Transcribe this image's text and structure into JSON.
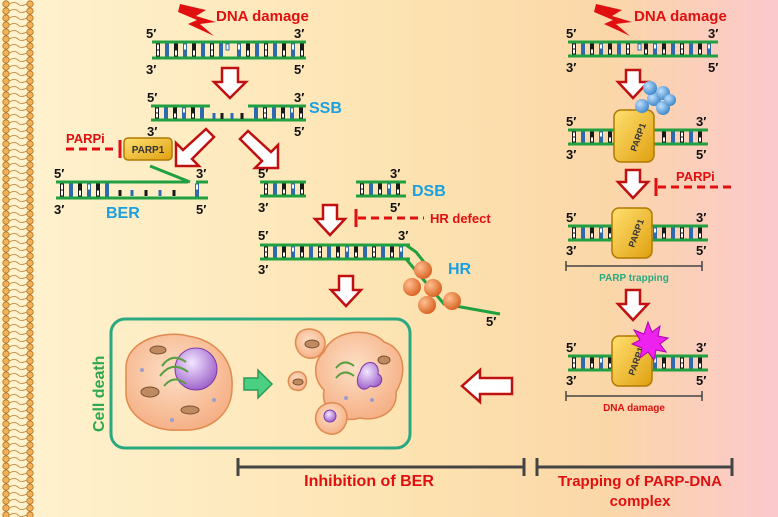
{
  "colors": {
    "bg_left": "#fff1c8",
    "bg_right": "#fbc6c6",
    "dna": "#20a040",
    "label_red": "#e01010",
    "label_blue": "#1aa0e0",
    "label_green": "#2ea84c",
    "cell_border": "#2aa880",
    "arrow_red": "#c01010",
    "parp_fill": "#f0c020",
    "bead_blue": "#5aa0d8",
    "bead_orange": "#e07a30",
    "membrane": "#e7a24a"
  },
  "left_panel": {
    "damage_label": "DNA damage",
    "top_duplex": {
      "five_top": "5′",
      "three_top": "3′",
      "three_bottom": "3′",
      "five_bottom": "5′"
    },
    "ssb": {
      "label": "SSB",
      "five_top": "5′",
      "three_top": "3′",
      "three_bottom": "3′",
      "five_bottom": "5′"
    },
    "parpi_label": "PARPi",
    "parp1_label": "PARP1",
    "ber": {
      "label": "BER",
      "five_top": "5′",
      "three_top": "3′",
      "three_bottom": "3′",
      "five_bottom": "5′"
    },
    "dsb": {
      "label": "DSB",
      "five_top": "5′",
      "three_top": "3′",
      "three_bottom": "3′",
      "five_bottom": "5′"
    },
    "hr_defect_label": "HR defect",
    "hr": {
      "label": "HR",
      "five_top": "5′",
      "three_top": "3′",
      "three_bottom": "3′",
      "five_end": "5′"
    },
    "cell_death_label": "Cell death",
    "inhibition_label": "Inhibition of BER"
  },
  "right_panel": {
    "damage_label": "DNA damage",
    "top_duplex": {
      "five_top": "5′",
      "three_top": "3′",
      "three_bottom": "3′",
      "five_bottom": "5′"
    },
    "parp_bound": {
      "parp1_label": "PARP1",
      "five_top": "5′",
      "three_top": "3′",
      "three_bottom": "3′",
      "five_bottom": "5′"
    },
    "parpi_label": "PARPi",
    "trapped": {
      "parp1_label": "PARP1",
      "caption": "PARP trapping",
      "five_top": "5′",
      "three_top": "3′",
      "three_bottom": "3′",
      "five_bottom": "5′"
    },
    "damaged": {
      "parp1_label": "PARP1",
      "caption": "DNA damage",
      "five_top": "5′",
      "three_top": "3′",
      "three_bottom": "3′",
      "five_bottom": "5′"
    },
    "trapping_label_line1": "Trapping of PARP-DNA",
    "trapping_label_line2": "complex"
  }
}
